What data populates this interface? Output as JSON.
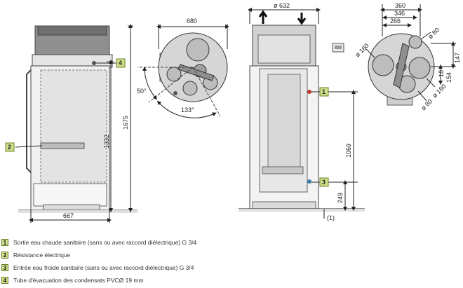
{
  "dimensions": {
    "width_680": "680",
    "height_1675": "1675",
    "height_1332": "1332",
    "width_667": "667",
    "angle_50": "50°",
    "angle_133": "133°",
    "diameter_632": "ø 632",
    "height_1069": "1069",
    "height_249": "249",
    "note_1": "(1)",
    "top_360": "360",
    "top_346": "346",
    "top_266": "266",
    "dia_80_top": "ø 80",
    "dia_160_left": "ø 160",
    "right_147": "147",
    "right_154": "154",
    "right_18": "18",
    "dia_160_right": "ø 160",
    "dia_80_bottom": "ø 80"
  },
  "callouts": {
    "c1": "1",
    "c2": "2",
    "c3": "3",
    "c4": "4"
  },
  "legend": [
    {
      "num": "1",
      "text": "Sortie eau chaude sanitaire (sans ou avec raccord diélectrique) G 3/4"
    },
    {
      "num": "2",
      "text": "Résistance électrique"
    },
    {
      "num": "3",
      "text": "Entrée eau froide sanitaire (sans ou avec raccord diélectrique) G 3/4"
    },
    {
      "num": "4",
      "text": "Tube d'évacuation des condensats PVCØ 19 mm"
    }
  ],
  "colors": {
    "callout_fill": "#cfe08a",
    "body_gray": "#d9d9d9",
    "dark_gray": "#8a8a8a"
  }
}
